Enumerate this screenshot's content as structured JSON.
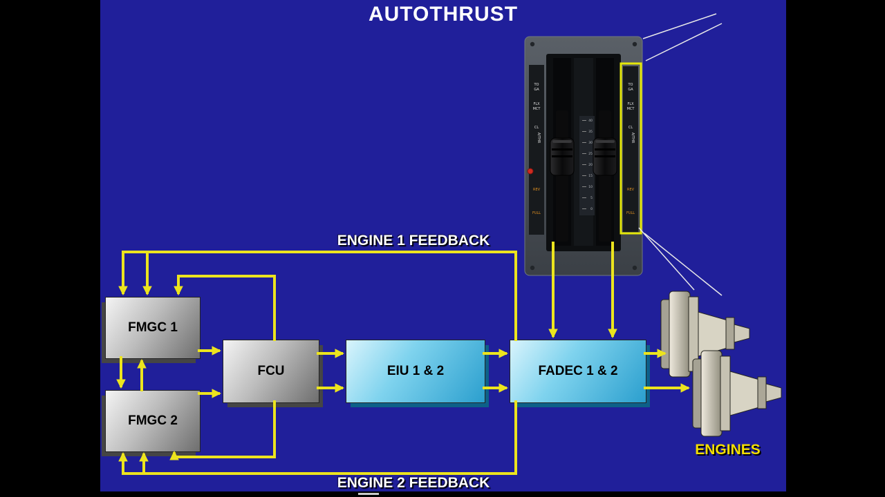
{
  "title": "AUTOTHRUST",
  "boxes": {
    "fmgc1": "FMGC 1",
    "fmgc2": "FMGC 2",
    "fcu": "FCU",
    "eiu": "EIU 1 & 2",
    "fadec": "FADEC 1 & 2"
  },
  "labels": {
    "engine1_feedback": "ENGINE 1 FEEDBACK",
    "engine2_feedback": "ENGINE 2 FEEDBACK",
    "engines": "ENGINES"
  },
  "throttle": {
    "detents": {
      "toga_1": "TO",
      "toga_2": "GA",
      "flx_1": "FLX",
      "flx_2": "MCT",
      "cl": "CL",
      "athr": "A/THR",
      "rev": "REV",
      "full": "FULL"
    },
    "scale": [
      "40",
      "35",
      "30",
      "25",
      "20",
      "15",
      "10",
      "5",
      "0"
    ]
  },
  "colors": {
    "background_blue": "#201F9A",
    "wire_yellow": "#ECE41E",
    "box_cyan": "#7FD3EE",
    "box_gray": "#BDBDBD",
    "detent_highlight_yellow": "#E4E70A",
    "engines_label_yellow": "#F2DE00"
  }
}
